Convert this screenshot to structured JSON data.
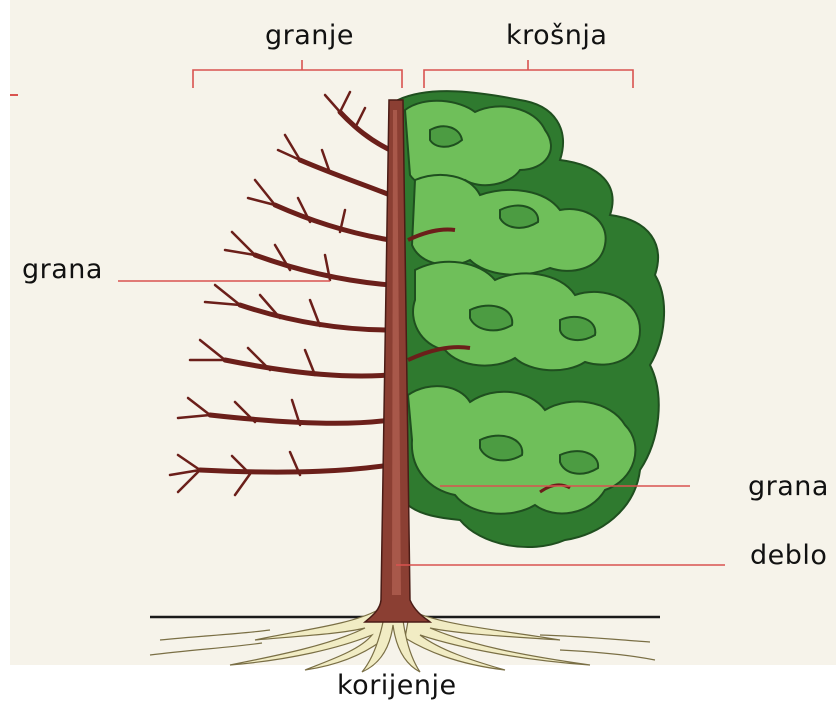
{
  "labels": {
    "granje": "granje",
    "krosnja": "krošnja",
    "grana_left": "grana",
    "grana_right": "grana",
    "deblo": "deblo",
    "korijenje": "korijenje"
  },
  "colors": {
    "background": "#f6f3ea",
    "leader_line": "#d9534f",
    "trunk": "#8b3f33",
    "branch": "#6b1f1a",
    "foliage_dark": "#2f7a2f",
    "foliage_light": "#6fbf5a",
    "roots": "#f1ecc4",
    "ground": "#1a1a1a"
  },
  "icons": {
    "tree_illustration": "half-bare-half-leafy-tree"
  }
}
